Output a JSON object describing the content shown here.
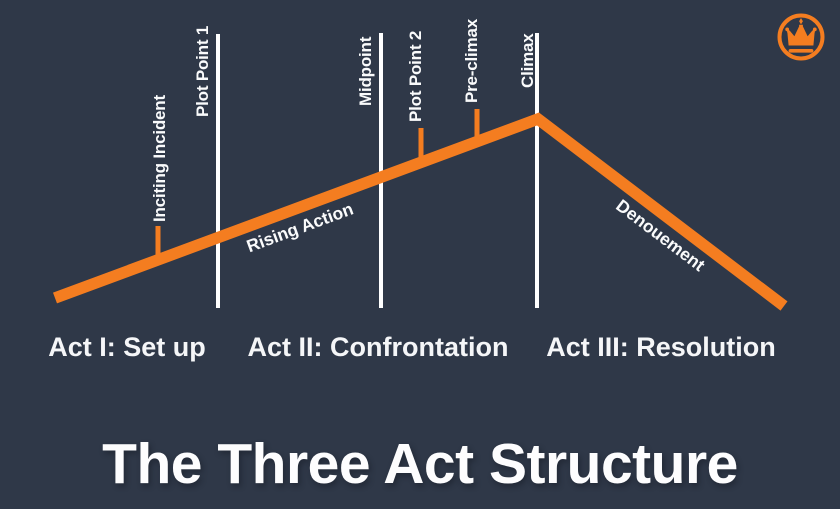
{
  "title": "The Three Act Structure",
  "colors": {
    "background": "#2f3848",
    "accent_orange": "#f47d20",
    "label_white": "#fafbfc"
  },
  "diagram": {
    "story_beats": [
      {
        "label": "Inciting Incident",
        "marker": "orange-tick"
      },
      {
        "label": "Plot Point 1",
        "marker": "white-divider"
      },
      {
        "label": "Midpoint",
        "marker": "white-divider"
      },
      {
        "label": "Plot Point 2",
        "marker": "orange-tick"
      },
      {
        "label": "Pre-climax",
        "marker": "orange-tick"
      },
      {
        "label": "Climax",
        "marker": "white-divider"
      }
    ],
    "phase_labels": {
      "rising": "Rising Action",
      "falling": "Denouement"
    },
    "act_labels": [
      "Act I: Set up",
      "Act II: Confrontation",
      "Act III: Resolution"
    ]
  },
  "logo": {
    "icon": "crown-logo"
  }
}
